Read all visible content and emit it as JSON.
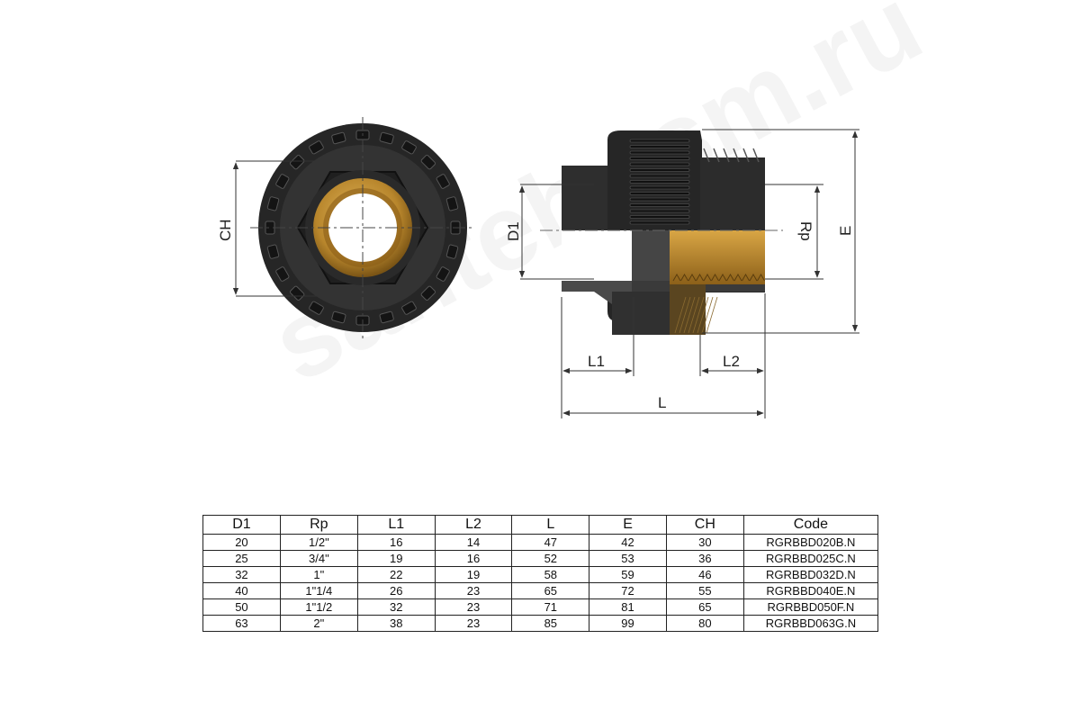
{
  "dimension_labels": {
    "ch": "CH",
    "d1": "D1",
    "rp": "Rp",
    "e": "E",
    "l1": "L1",
    "l2": "L2",
    "l": "L"
  },
  "watermark": "santeh-tsm.ru",
  "colors": {
    "body": "#2b2b2b",
    "brass": "#b8862c",
    "dimension_line": "#333333"
  },
  "table": {
    "headers": [
      "D1",
      "Rp",
      "L1",
      "L2",
      "L",
      "E",
      "CH",
      "Code"
    ],
    "rows": [
      [
        "20",
        "1/2\"",
        "16",
        "14",
        "47",
        "42",
        "30",
        "RGRBBD020B.N"
      ],
      [
        "25",
        "3/4\"",
        "19",
        "16",
        "52",
        "53",
        "36",
        "RGRBBD025C.N"
      ],
      [
        "32",
        "1\"",
        "22",
        "19",
        "58",
        "59",
        "46",
        "RGRBBD032D.N"
      ],
      [
        "40",
        "1\"1/4",
        "26",
        "23",
        "65",
        "72",
        "55",
        "RGRBBD040E.N"
      ],
      [
        "50",
        "1\"1/2",
        "32",
        "23",
        "71",
        "81",
        "65",
        "RGRBBD050F.N"
      ],
      [
        "63",
        "2\"",
        "38",
        "23",
        "85",
        "99",
        "80",
        "RGRBBD063G.N"
      ]
    ]
  }
}
